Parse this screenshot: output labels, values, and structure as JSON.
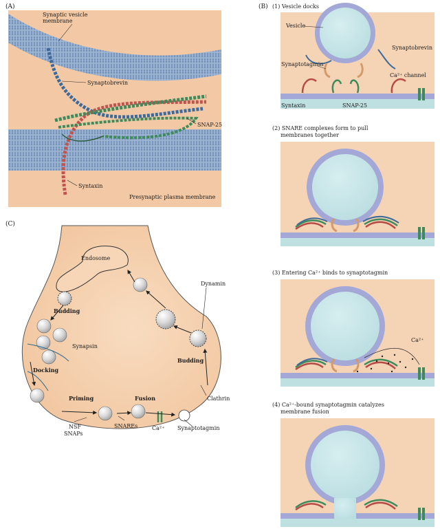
{
  "figure": {
    "panels": [
      {
        "id": "A",
        "letter": "(A)",
        "labels": {
          "vesicle_membrane_line1": "Synaptic vesicle",
          "vesicle_membrane_line2": "membrane",
          "synaptobrevin": "Synaptobrevin",
          "snap25": "SNAP-25",
          "syntaxin": "Syntaxin",
          "plasma_membrane": "Presynaptic plasma membrane"
        }
      },
      {
        "id": "B",
        "letter": "(B)",
        "steps": [
          {
            "title": "(1)  Vesicle docks",
            "title2": ""
          },
          {
            "title": "(2)  SNARE complexes form to pull",
            "title2": "membranes together"
          },
          {
            "title": "(3)  Entering Ca²⁺ binds to synaptotagmin",
            "title2": ""
          },
          {
            "title": "(4)  Ca²⁺-bound synaptotagmin catalyzes",
            "title2": "membrane fusion"
          }
        ],
        "labels": {
          "vesicle": "Vesicle",
          "synaptobrevin": "Synaptobrevin",
          "synaptotagmin": "Synaptotagmin",
          "ca_channel": "Ca²⁺ channel",
          "syntaxin": "Syntaxin",
          "snap25": "SNAP-25",
          "ca": "Ca²⁺"
        }
      },
      {
        "id": "C",
        "letter": "(C)",
        "labels": {
          "endosome": "Endosome",
          "dynamin": "Dynamin",
          "budding_top": "Budding",
          "synapsin": "Synapsin",
          "docking": "Docking",
          "budding_right": "Budding",
          "priming": "Priming",
          "fusion": "Fusion",
          "clathrin": "Clathrin",
          "nsf": "NSF",
          "snaps": "SNAPs",
          "snares": "SNAREs",
          "ca": "Ca²⁺",
          "synaptotagmin": "Synaptotagmin"
        }
      }
    ]
  }
}
